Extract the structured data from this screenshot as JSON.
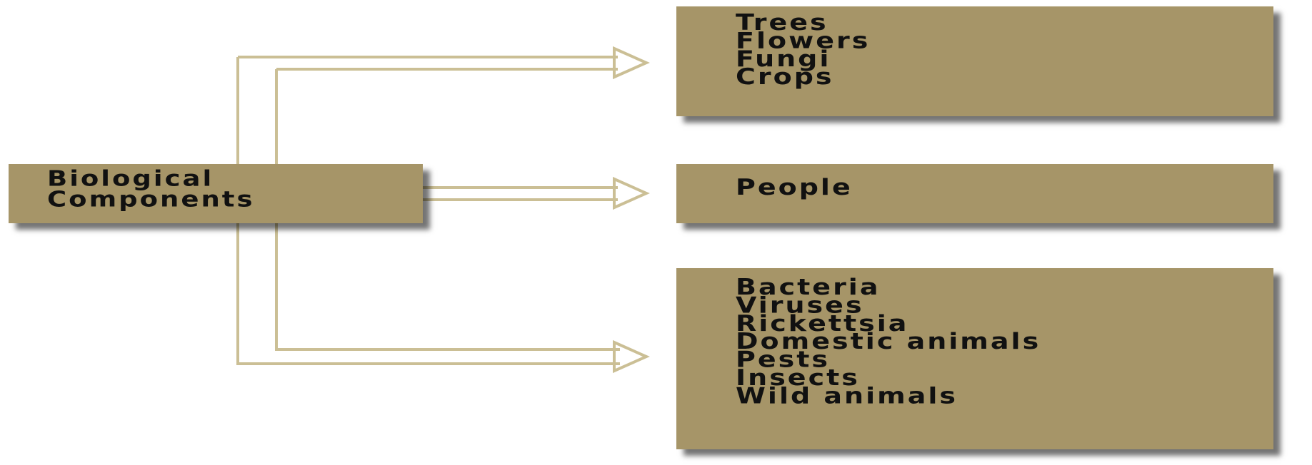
{
  "diagram": {
    "source": {
      "lines": [
        "Biological",
        "Components"
      ]
    },
    "targets": [
      {
        "id": "plants",
        "lines": [
          "Trees",
          "Flowers",
          "Fungi",
          "Crops"
        ]
      },
      {
        "id": "people",
        "lines": [
          "People"
        ]
      },
      {
        "id": "microbes-animals",
        "lines": [
          "Bacteria",
          "Viruses",
          "Rickettsia",
          "Domestic animals",
          "Pests",
          "Insects",
          "Wild animals"
        ]
      }
    ],
    "colors": {
      "box_fill": "#a69568",
      "arrow_stroke": "#cbbf95",
      "text": "#111111"
    }
  }
}
